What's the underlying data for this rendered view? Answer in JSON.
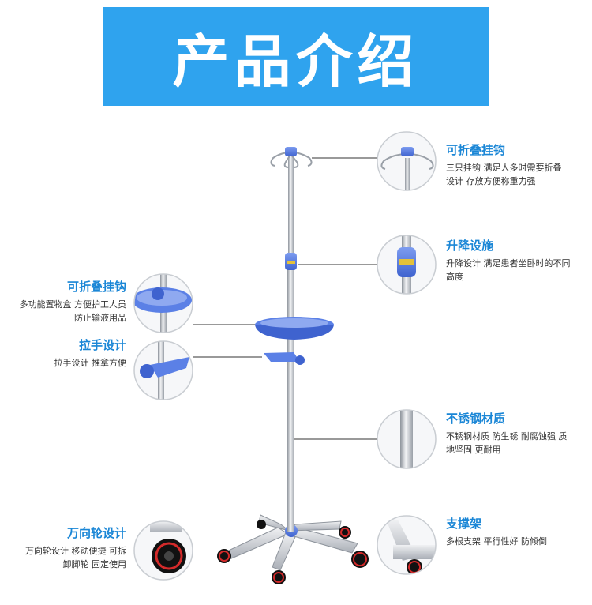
{
  "header": {
    "title": "产品介绍"
  },
  "colors": {
    "banner": "#2fa3ee",
    "accent": "#1a86d6",
    "plastic": "#5b80e6",
    "steel": "#c8ccd2",
    "wheel": "#d42a2a"
  },
  "features": {
    "hooks": {
      "title": "可折叠挂钩",
      "desc1": "三只挂钩 满足人多时需要折叠",
      "desc2": "设计 存放方便称重力强"
    },
    "lift": {
      "title": "升降设施",
      "desc1": "升降设计 满足患者坐卧时的不同",
      "desc2": "高度"
    },
    "tray": {
      "title": "可折叠挂钩",
      "desc1": "多功能置物盒 方便护工人员",
      "desc2": "防止输液用品"
    },
    "handle": {
      "title": "拉手设计",
      "desc1": "拉手设计 推拿方便"
    },
    "steel": {
      "title": "不锈钢材质",
      "desc1": "不锈钢材质 防生锈 耐腐蚀强 质",
      "desc2": "地坚固 更耐用"
    },
    "wheels": {
      "title": "万向轮设计",
      "desc1": "万向轮设计 移动便捷 可拆",
      "desc2": "卸脚轮 固定使用"
    },
    "base": {
      "title": "支撑架",
      "desc1": "多根支架 平行性好 防倾倒"
    }
  }
}
